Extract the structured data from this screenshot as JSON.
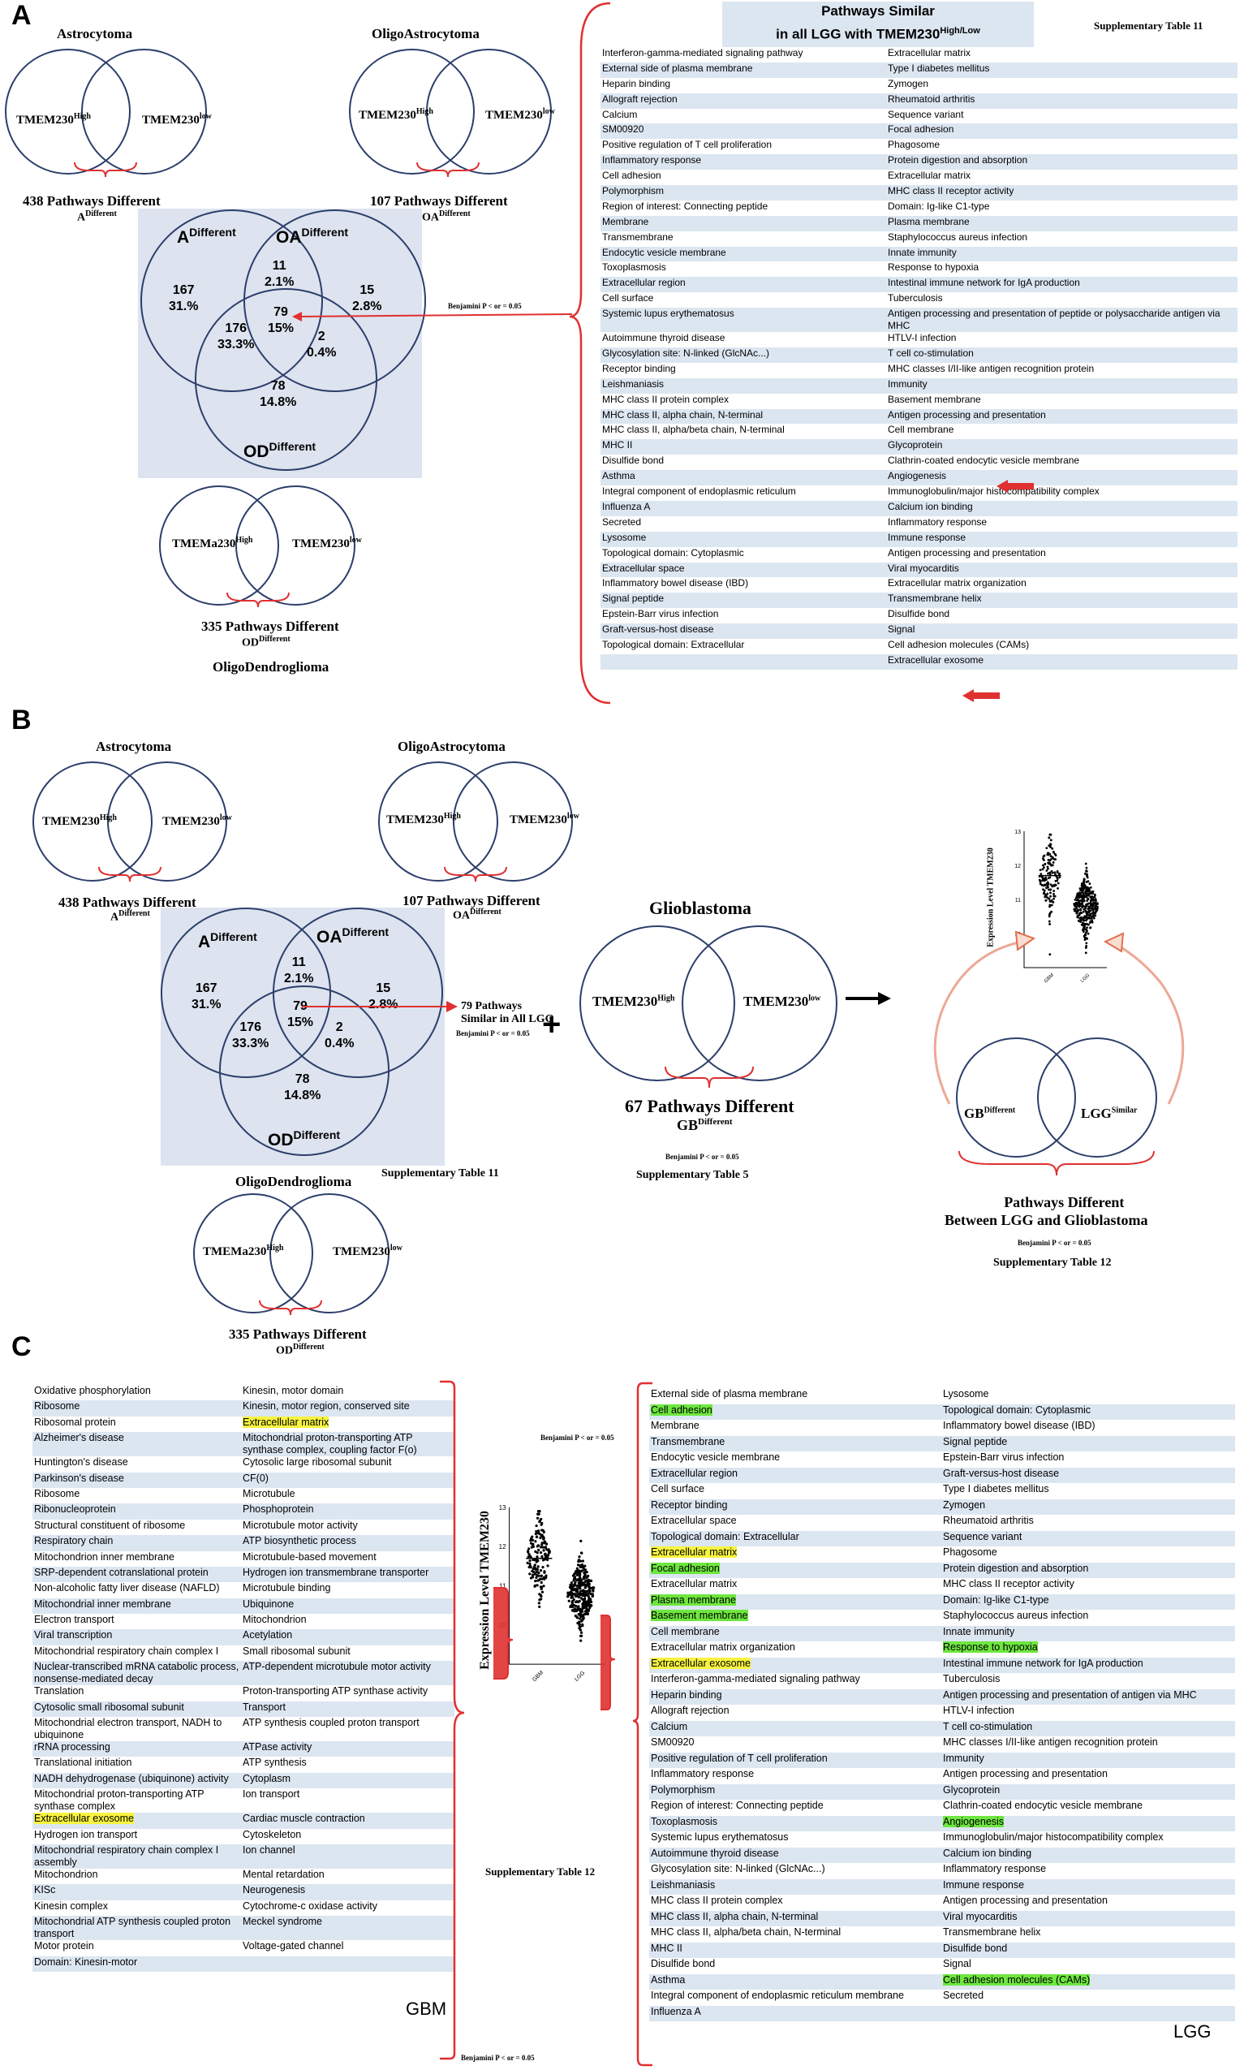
{
  "panels": {
    "a": "A",
    "b": "B",
    "c": "C"
  },
  "venn": {
    "astro": "Astrocytoma",
    "oligoastro": "OligoAstrocytoma",
    "oligodendro": "OligoDendroglioma",
    "glioblastoma": "Glioblastoma",
    "tmem_high": "TMEM230",
    "tmem_high_sup": "High",
    "tmem_low": "TMEM230",
    "tmem_low_sup": "low",
    "tmema_high": "TMEMa230",
    "tmema_low": "TMEM230",
    "astro_count": "438 Pathways Different",
    "astro_sub": "A",
    "oa_count": "107 Pathways Different",
    "oa_sub": "OA",
    "od_count": "335 Pathways Different",
    "od_sub": "OD",
    "different_sup": "Different",
    "set_a": "A",
    "set_oa": "OA",
    "set_od": "OD",
    "set_sup": "Different",
    "n_a": "167",
    "p_a": "31.%",
    "n_ab": "11",
    "p_ab": "2.1%",
    "n_b": "15",
    "p_b": "2.8%",
    "n_all": "79",
    "p_all": "15%",
    "n_ac": "176",
    "p_ac": "33.3%",
    "n_bc": "2",
    "p_bc": "0.4%",
    "n_c": "78",
    "p_c": "14.8%",
    "benjamini": "Benjamini P < or = 0.05",
    "similar_all": "79 Pathways",
    "similar_all2": "Similar in All LGG",
    "supp11": "Supplementary Table 11",
    "supp5": "Supplementary Table 5",
    "supp12": "Supplementary Table 12",
    "gb_count": "67 Pathways Different",
    "gb_sub": "GB",
    "gb_diff": "GB",
    "lgg_sim": "LGG",
    "similar_sup": "Similar",
    "between1": "Pathways Different",
    "between2": "Between LGG and Glioblastoma",
    "plus": "+"
  },
  "tableA": {
    "title1": "Pathways Similar",
    "title2": "in all LGG with TMEM230",
    "title2_sup": "High/Low",
    "supp": "Supplementary Table 11",
    "rows": [
      [
        "Interferon-gamma-mediated signaling pathway",
        "Extracellular matrix"
      ],
      [
        "External side of plasma membrane",
        "Type I diabetes mellitus"
      ],
      [
        "Heparin binding",
        "Zymogen"
      ],
      [
        "Allograft rejection",
        "Rheumatoid arthritis"
      ],
      [
        "Calcium",
        "Sequence variant"
      ],
      [
        "SM00920",
        "Focal adhesion"
      ],
      [
        "Positive regulation of T cell proliferation",
        "Phagosome"
      ],
      [
        "Inflammatory response",
        "Protein digestion and absorption"
      ],
      [
        "Cell adhesion",
        "Extracellular matrix"
      ],
      [
        "Polymorphism",
        "MHC class II receptor activity"
      ],
      [
        "Region of interest: Connecting peptide",
        "Domain: Ig-like C1-type"
      ],
      [
        "Membrane",
        "Plasma membrane"
      ],
      [
        "Transmembrane",
        "Staphylococcus aureus infection"
      ],
      [
        "Endocytic vesicle membrane",
        "Innate immunity"
      ],
      [
        "Toxoplasmosis",
        "Response to hypoxia"
      ],
      [
        "Extracellular region",
        "Intestinal immune network for IgA production"
      ],
      [
        "Cell surface",
        "Tuberculosis"
      ],
      [
        "Systemic lupus erythematosus",
        "Antigen processing and presentation of peptide or polysaccharide antigen via MHC"
      ],
      [
        "Autoimmune thyroid disease",
        "HTLV-I infection"
      ],
      [
        "Glycosylation site: N-linked (GlcNAc...)",
        "T cell co-stimulation"
      ],
      [
        "Receptor binding",
        "MHC classes I/II-like antigen recognition protein"
      ],
      [
        "Leishmaniasis",
        "Immunity"
      ],
      [
        "MHC class II protein complex",
        "Basement membrane"
      ],
      [
        "MHC class II, alpha chain, N-terminal",
        "Antigen processing and presentation"
      ],
      [
        "MHC class II, alpha/beta chain, N-terminal",
        "Cell membrane"
      ],
      [
        "MHC II",
        "Glycoprotein"
      ],
      [
        "Disulfide bond",
        "Clathrin-coated endocytic vesicle membrane"
      ],
      [
        "Asthma",
        "Angiogenesis"
      ],
      [
        "Integral component of endoplasmic reticulum",
        "Immunoglobulin/major histocompatibility complex"
      ],
      [
        "Influenza A",
        "Calcium ion binding"
      ],
      [
        "Secreted",
        "Inflammatory response"
      ],
      [
        "Lysosome",
        "Immune response"
      ],
      [
        "Topological domain: Cytoplasmic",
        "Antigen processing and presentation"
      ],
      [
        "Extracellular space",
        "Viral myocarditis"
      ],
      [
        "Inflammatory bowel disease (IBD)",
        "Extracellular matrix organization"
      ],
      [
        "Signal peptide",
        "Transmembrane helix"
      ],
      [
        "Epstein-Barr virus infection",
        "Disulfide bond"
      ],
      [
        "Graft-versus-host disease",
        "Signal"
      ],
      [
        "Topological domain: Extracellular",
        "Cell adhesion molecules (CAMs)"
      ],
      [
        "",
        "Extracellular exosome"
      ]
    ]
  },
  "chart_data": [
    {
      "type": "scatter",
      "ylabel": "Expression Level TMEM230",
      "categories": [
        "GBM",
        "LGG"
      ],
      "ylim": [
        9,
        13
      ],
      "ticks": [
        "10",
        "11",
        "12",
        "13"
      ]
    },
    {
      "type": "scatter",
      "ylabel": "Expression Level TMEM230",
      "categories": [
        "GBM",
        "LGG"
      ],
      "ylim": [
        9,
        13
      ],
      "ticks": [
        "10",
        "11",
        "12",
        "13"
      ]
    }
  ],
  "tableGBM": {
    "label": "GBM",
    "rows": [
      [
        "Oxidative phosphorylation",
        "Kinesin, motor domain",
        0
      ],
      [
        "Ribosome",
        "Kinesin, motor region, conserved site",
        0
      ],
      [
        "Ribosomal protein",
        "Extracellular matrix",
        2
      ],
      [
        "Alzheimer's disease",
        "Mitochondrial proton-transporting ATP synthase complex, coupling factor F(o)",
        0
      ],
      [
        "Huntington's disease",
        "Cytosolic large ribosomal subunit",
        0
      ],
      [
        "Parkinson's disease",
        "CF(0)",
        0
      ],
      [
        "Ribosome",
        "Microtubule",
        0
      ],
      [
        "Ribonucleoprotein",
        "Phosphoprotein",
        0
      ],
      [
        "Structural constituent of ribosome",
        "Microtubule motor activity",
        0
      ],
      [
        "Respiratory chain",
        "ATP biosynthetic process",
        0
      ],
      [
        "Mitochondrion inner membrane",
        "Microtubule-based movement",
        0
      ],
      [
        "SRP-dependent cotranslational protein",
        "Hydrogen ion transmembrane transporter",
        0
      ],
      [
        "Non-alcoholic fatty liver disease (NAFLD)",
        "Microtubule binding",
        0
      ],
      [
        "Mitochondrial inner membrane",
        "Ubiquinone",
        0
      ],
      [
        "Electron transport",
        "Mitochondrion",
        0
      ],
      [
        "Viral transcription",
        "Acetylation",
        0
      ],
      [
        "Mitochondrial respiratory chain complex I",
        "Small ribosomal subunit",
        0
      ],
      [
        "Nuclear-transcribed mRNA catabolic process, nonsense-mediated decay",
        "ATP-dependent microtubule motor activity",
        0
      ],
      [
        "Translation",
        "Proton-transporting ATP synthase activity",
        0
      ],
      [
        "Cytosolic small ribosomal subunit",
        "Transport",
        0
      ],
      [
        "Mitochondrial electron transport, NADH to ubiquinone",
        "ATP synthesis coupled proton transport",
        0
      ],
      [
        "rRNA processing",
        "ATPase activity",
        0
      ],
      [
        "Translational initiation",
        "ATP synthesis",
        0
      ],
      [
        "NADH dehydrogenase (ubiquinone) activity",
        "Cytoplasm",
        0
      ],
      [
        "Mitochondrial proton-transporting ATP synthase complex",
        "Ion transport",
        0
      ],
      [
        "Extracellular exosome",
        "Cardiac muscle contraction",
        1
      ],
      [
        "Hydrogen ion transport",
        "Cytoskeleton",
        0
      ],
      [
        "Mitochondrial respiratory chain complex I assembly",
        "Ion channel",
        0
      ],
      [
        "Mitochondrion",
        "Mental retardation",
        0
      ],
      [
        "KISc",
        "Neurogenesis",
        0
      ],
      [
        "Kinesin complex",
        "Cytochrome-c oxidase activity",
        0
      ],
      [
        "Mitochondrial ATP synthesis coupled proton transport",
        "Meckel syndrome",
        0
      ],
      [
        "Motor protein",
        "Voltage-gated channel",
        0
      ],
      [
        "Domain: Kinesin-motor",
        "",
        0
      ]
    ]
  },
  "tableLGG": {
    "label": "LGG",
    "rows": [
      [
        "External side of plasma membrane",
        "Lysosome",
        0,
        0
      ],
      [
        "Cell adhesion",
        "Topological domain: Cytoplasmic",
        2,
        0
      ],
      [
        "Membrane",
        "Inflammatory bowel disease (IBD)",
        0,
        0
      ],
      [
        "Transmembrane",
        "Signal peptide",
        0,
        0
      ],
      [
        "Endocytic vesicle membrane",
        "Epstein-Barr virus infection",
        0,
        0
      ],
      [
        "Extracellular region",
        "Graft-versus-host disease",
        0,
        0
      ],
      [
        "Cell surface",
        "Type I diabetes mellitus",
        0,
        0
      ],
      [
        "Receptor binding",
        "Zymogen",
        0,
        0
      ],
      [
        "Extracellular space",
        "Rheumatoid arthritis",
        0,
        0
      ],
      [
        "Topological domain: Extracellular",
        "Sequence variant",
        0,
        0
      ],
      [
        "Extracellular matrix",
        "Phagosome",
        1,
        0
      ],
      [
        "Focal adhesion",
        "Protein digestion and absorption",
        2,
        0
      ],
      [
        "Extracellular matrix",
        "MHC class II receptor activity",
        0,
        0
      ],
      [
        "Plasma membrane",
        "Domain: Ig-like C1-type",
        2,
        0
      ],
      [
        "Basement membrane",
        "Staphylococcus aureus infection",
        2,
        0
      ],
      [
        "Cell membrane",
        "Innate immunity",
        0,
        0
      ],
      [
        "Extracellular matrix organization",
        "Response to hypoxia",
        0,
        2
      ],
      [
        "Extracellular exosome",
        "Intestinal immune network for IgA production",
        1,
        0
      ],
      [
        "Interferon-gamma-mediated signaling pathway",
        "Tuberculosis",
        0,
        0
      ],
      [
        "Heparin binding",
        "Antigen processing and presentation of antigen via MHC",
        0,
        0
      ],
      [
        "Allograft rejection",
        "HTLV-I infection",
        0,
        0
      ],
      [
        "Calcium",
        "T cell co-stimulation",
        0,
        0
      ],
      [
        "SM00920",
        "MHC classes I/II-like antigen recognition protein",
        0,
        0
      ],
      [
        "Positive regulation of T cell proliferation",
        "Immunity",
        0,
        0
      ],
      [
        "Inflammatory response",
        "Antigen processing and presentation",
        0,
        0
      ],
      [
        "Polymorphism",
        "Glycoprotein",
        0,
        0
      ],
      [
        "Region of interest: Connecting peptide",
        "Clathrin-coated endocytic vesicle membrane",
        0,
        0
      ],
      [
        "Toxoplasmosis",
        "Angiogenesis",
        0,
        2
      ],
      [
        "Systemic lupus erythematosus",
        "Immunoglobulin/major histocompatibility complex",
        0,
        0
      ],
      [
        "Autoimmune thyroid disease",
        "Calcium ion binding",
        0,
        0
      ],
      [
        "Glycosylation site: N-linked (GlcNAc...)",
        "Inflammatory response",
        0,
        0
      ],
      [
        "Leishmaniasis",
        "Immune response",
        0,
        0
      ],
      [
        "MHC class II protein complex",
        "Antigen processing and presentation",
        0,
        0
      ],
      [
        "MHC class II, alpha chain, N-terminal",
        "Viral myocarditis",
        0,
        0
      ],
      [
        "MHC class II, alpha/beta chain, N-terminal",
        "Transmembrane helix",
        0,
        0
      ],
      [
        "MHC II",
        "Disulfide bond",
        0,
        0
      ],
      [
        "Disulfide bond",
        "Signal",
        0,
        0
      ],
      [
        "Asthma",
        "Cell adhesion molecules (CAMs)",
        0,
        2
      ],
      [
        "Integral component of endoplasmic reticulum membrane",
        "Secreted",
        0,
        0
      ],
      [
        "Influenza A",
        "",
        0,
        0
      ]
    ]
  },
  "colors": {
    "accent_red": "#e03030",
    "circle": "#2c3e6b",
    "shade": "#dde3ef",
    "row_alt": "#dce6f1",
    "yellow": "#f7f33f",
    "green": "#6ee63f"
  }
}
